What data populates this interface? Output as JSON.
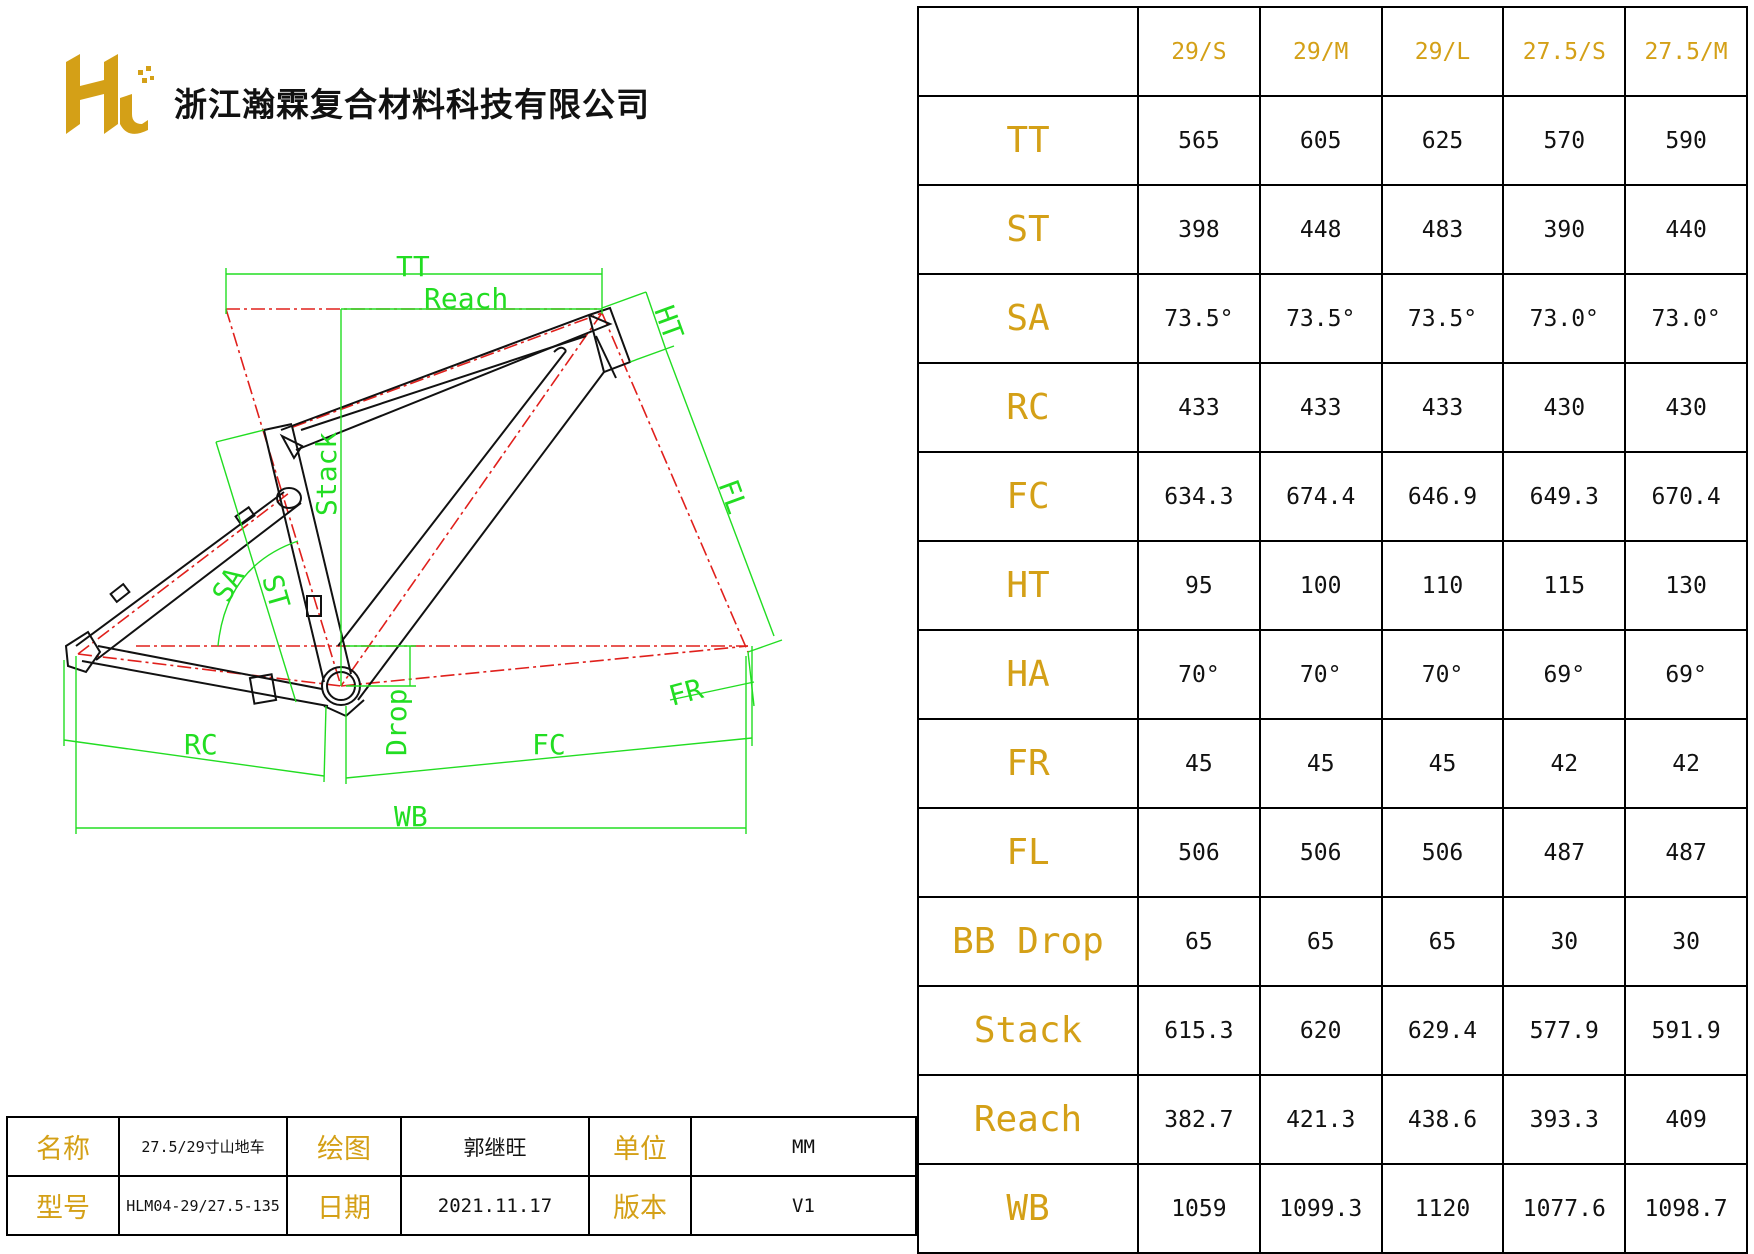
{
  "company": {
    "name": "浙江瀚霖复合材料科技有限公司",
    "logo_icon": "hl-logo-icon",
    "logo_color": "#d4a017"
  },
  "diagram": {
    "dimension_color": "#22dd22",
    "centerline_color": "#e0201c",
    "labels": {
      "tt": "TT",
      "reach": "Reach",
      "ht": "HT",
      "stack": "Stack",
      "fl": "FL",
      "sa": "SA",
      "st": "ST",
      "fr": "FR",
      "rc": "RC",
      "drop": "Drop",
      "fc": "FC",
      "wb": "WB"
    }
  },
  "spec_table": {
    "accent_color": "#d4a017",
    "headers": [
      "29/S",
      "29/M",
      "29/L",
      "27.5/S",
      "27.5/M"
    ],
    "rows": [
      {
        "label": "TT",
        "values": [
          "565",
          "605",
          "625",
          "570",
          "590"
        ]
      },
      {
        "label": "ST",
        "values": [
          "398",
          "448",
          "483",
          "390",
          "440"
        ]
      },
      {
        "label": "SA",
        "values": [
          "73.5°",
          "73.5°",
          "73.5°",
          "73.0°",
          "73.0°"
        ]
      },
      {
        "label": "RC",
        "values": [
          "433",
          "433",
          "433",
          "430",
          "430"
        ]
      },
      {
        "label": "FC",
        "values": [
          "634.3",
          "674.4",
          "646.9",
          "649.3",
          "670.4"
        ]
      },
      {
        "label": "HT",
        "values": [
          "95",
          "100",
          "110",
          "115",
          "130"
        ]
      },
      {
        "label": "HA",
        "values": [
          "70°",
          "70°",
          "70°",
          "69°",
          "69°"
        ]
      },
      {
        "label": "FR",
        "values": [
          "45",
          "45",
          "45",
          "42",
          "42"
        ]
      },
      {
        "label": "FL",
        "values": [
          "506",
          "506",
          "506",
          "487",
          "487"
        ]
      },
      {
        "label": "BB Drop",
        "values": [
          "65",
          "65",
          "65",
          "30",
          "30"
        ]
      },
      {
        "label": "Stack",
        "values": [
          "615.3",
          "620",
          "629.4",
          "577.9",
          "591.9"
        ]
      },
      {
        "label": "Reach",
        "values": [
          "382.7",
          "421.3",
          "438.6",
          "393.3",
          "409"
        ]
      },
      {
        "label": "WB",
        "values": [
          "1059",
          "1099.3",
          "1120",
          "1077.6",
          "1098.7"
        ]
      }
    ]
  },
  "title_block": {
    "name_label": "名称",
    "name_value": "27.5/29寸山地车",
    "drawer_label": "绘图",
    "drawer_value": "郭继旺",
    "unit_label": "单位",
    "unit_value": "MM",
    "model_label": "型号",
    "model_value": "HLM04-29/27.5-135",
    "date_label": "日期",
    "date_value": "2021.11.17",
    "version_label": "版本",
    "version_value": "V1"
  }
}
